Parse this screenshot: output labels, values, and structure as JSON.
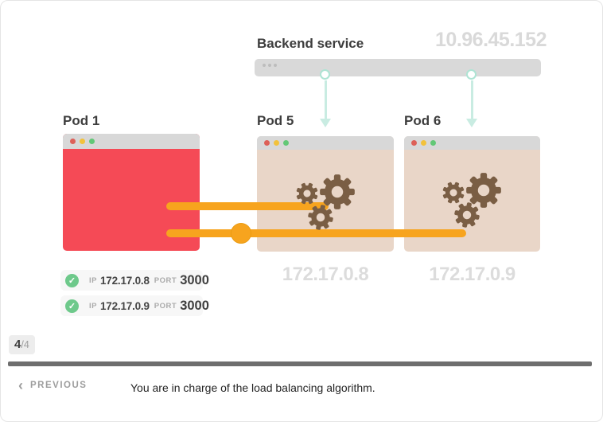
{
  "service": {
    "label": "Backend service",
    "cluster_ip": "10.96.45.152"
  },
  "pods": [
    {
      "label": "Pod 1"
    },
    {
      "label": "Pod 5",
      "ip": "172.17.0.8"
    },
    {
      "label": "Pod 6",
      "ip": "172.17.0.9"
    }
  ],
  "endpoints": [
    {
      "ip_label": "IP",
      "ip": "172.17.0.8",
      "port_label": "PORT",
      "port": "3000"
    },
    {
      "ip_label": "IP",
      "ip": "172.17.0.9",
      "port_label": "PORT",
      "port": "3000"
    }
  ],
  "pagination": {
    "current": "4",
    "total_suffix": "/4"
  },
  "footer": {
    "previous_label": "PREVIOUS",
    "caption": "You are in charge of the load balancing algorithm."
  },
  "icons": {
    "previous_chevron": "‹",
    "endpoint_check": "✓"
  },
  "palette": {
    "pod_busy_red": "#f54a56",
    "pod_idle_tan": "#e9d6c8",
    "gear_brown": "#7a5e44",
    "request_orange": "#f7a41e",
    "service_mint": "#aee4d4",
    "check_green": "#6ec98b",
    "ghost_gray": "#d9d9d9",
    "progress_gray": "#6e6e6e"
  }
}
